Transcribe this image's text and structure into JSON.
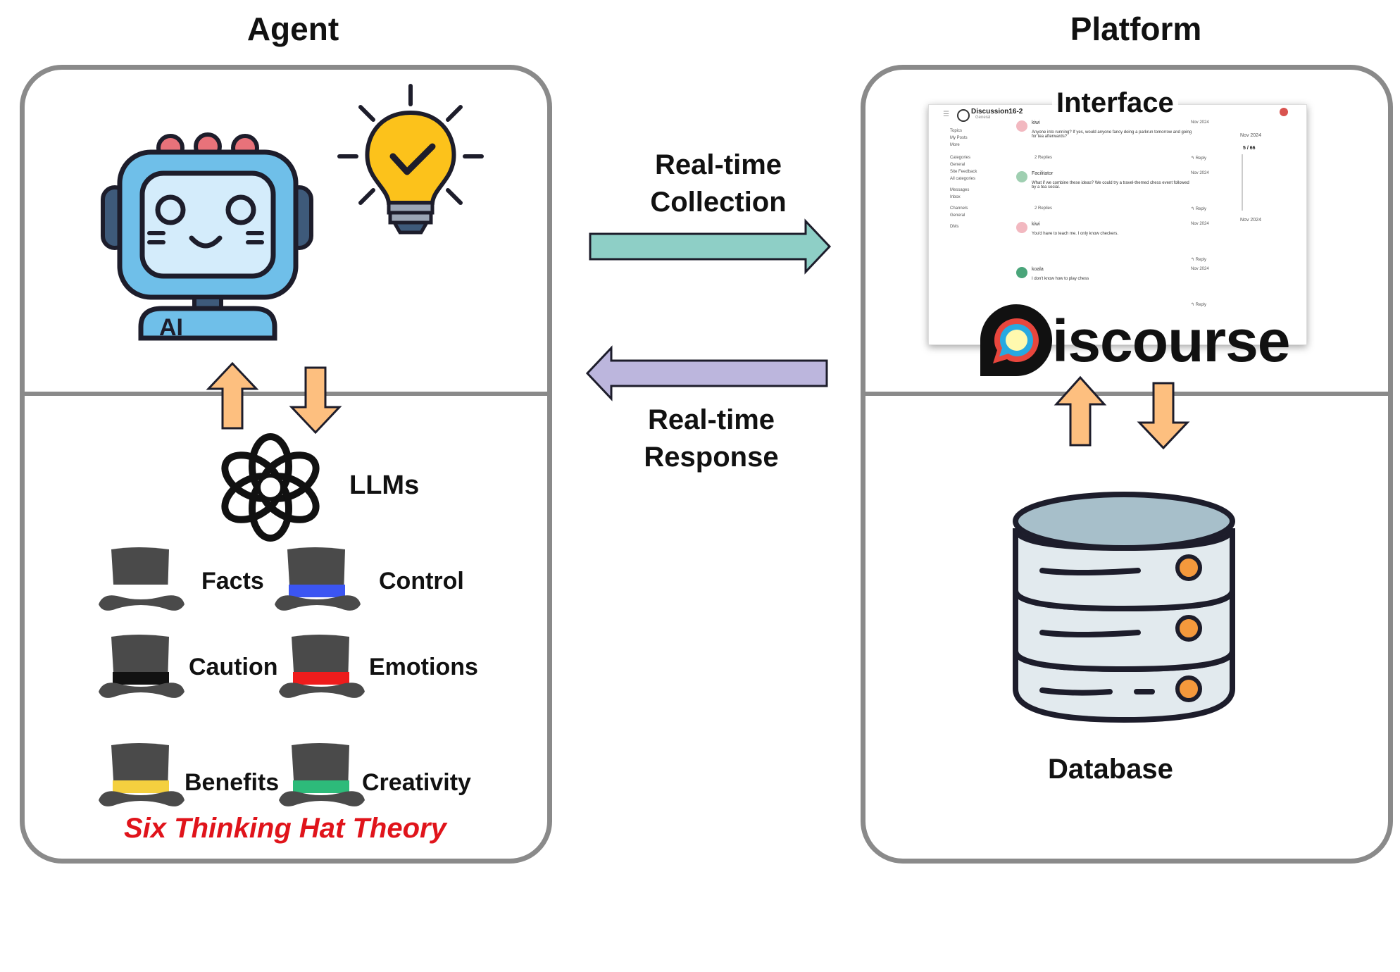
{
  "agent": {
    "title": "Agent",
    "llms_label": "LLMs",
    "ai_text": "AI",
    "hats": [
      {
        "label": "Facts",
        "band": "#ffffff"
      },
      {
        "label": "Control",
        "band": "#3b55f2"
      },
      {
        "label": "Caution",
        "band": "#111111"
      },
      {
        "label": "Emotions",
        "band": "#ee1c1c"
      },
      {
        "label": "Benefits",
        "band": "#f4d03f"
      },
      {
        "label": "Creativity",
        "band": "#2dbb7a"
      }
    ],
    "theory": "Six Thinking Hat Theory"
  },
  "platform": {
    "title": "Platform",
    "interface_label": "Interface",
    "discourse_text": "iscourse",
    "database_label": "Database",
    "screenshot": {
      "forum_title": "Discussion16-2",
      "forum_sub": "General",
      "sidebar": [
        "Topics",
        "My Posts",
        "More",
        "Categories",
        "General",
        "Site Feedback",
        "All categories",
        "Messages",
        "Inbox",
        "Channels",
        "General",
        "DMs"
      ],
      "posts": [
        {
          "user": "kiwi",
          "date": "Nov 2024",
          "text": "Anyone into running? If yes, would anyone fancy doing a parkrun tomorrow and going for tea afterwards?",
          "replies": "2 Replies"
        },
        {
          "user": "Facilitator",
          "date": "Nov 2024",
          "text": "What if we combine these ideas? We could try a travel-themed chess event followed by a tea social.",
          "replies": "2 Replies"
        },
        {
          "user": "kiwi",
          "date": "Nov 2024",
          "text": "You'd have to teach me. I only know checkers.",
          "replies": ""
        },
        {
          "user": "koala",
          "date": "Nov 2024",
          "text": "I don't know how to play chess",
          "replies": ""
        }
      ],
      "timeline": {
        "date_top": "Nov 2024",
        "progress": "5 / 66",
        "date_bottom": "Nov 2024"
      },
      "reply_label": "Reply"
    }
  },
  "arrows": {
    "collection": [
      "Real-time",
      "Collection"
    ],
    "response": [
      "Real-time",
      "Response"
    ]
  },
  "colors": {
    "panel_border": "#8a8a8a",
    "collection_arrow": "#8ecfc6",
    "response_arrow": "#bcb6dd",
    "small_arrows": "#fdbf7f",
    "theory_text": "#e0141b"
  }
}
